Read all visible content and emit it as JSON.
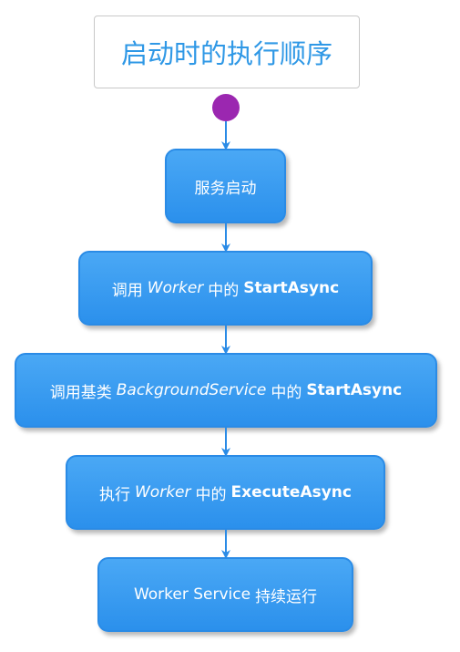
{
  "title": "启动时的执行顺序",
  "colors": {
    "title_text": "#2f98e6",
    "start_node": "#9b27b0",
    "step_fill": "#3a9ff1",
    "arrow": "#2a8be6"
  },
  "steps": [
    {
      "parts": [
        {
          "text": "服务启动",
          "style": "normal"
        }
      ]
    },
    {
      "parts": [
        {
          "text": "调用",
          "style": "normal"
        },
        {
          "text": "Worker",
          "style": "italic"
        },
        {
          "text": "中的",
          "style": "normal"
        },
        {
          "text": "StartAsync",
          "style": "bold"
        }
      ]
    },
    {
      "parts": [
        {
          "text": "调用基类",
          "style": "normal"
        },
        {
          "text": "BackgroundService",
          "style": "italic"
        },
        {
          "text": "中的",
          "style": "normal"
        },
        {
          "text": "StartAsync",
          "style": "bold"
        }
      ]
    },
    {
      "parts": [
        {
          "text": "执行",
          "style": "normal"
        },
        {
          "text": "Worker",
          "style": "italic"
        },
        {
          "text": "中的",
          "style": "normal"
        },
        {
          "text": "ExecuteAsync",
          "style": "bold"
        }
      ]
    },
    {
      "parts": [
        {
          "text": "Worker Service",
          "style": "normal"
        },
        {
          "text": "持续运行",
          "style": "normal"
        }
      ]
    }
  ]
}
